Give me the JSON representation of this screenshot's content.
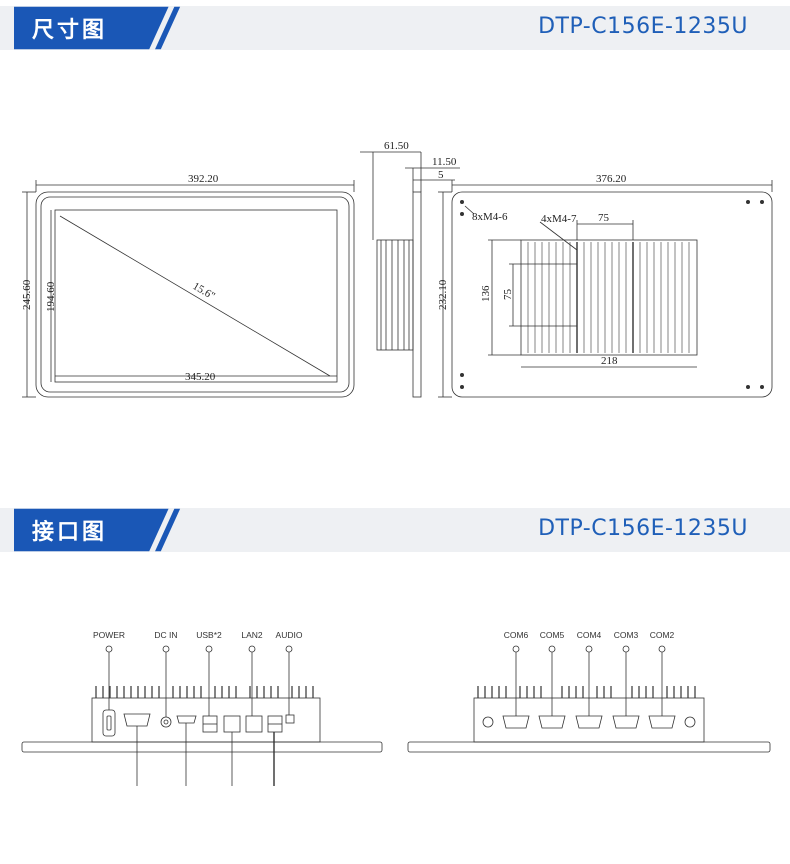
{
  "sections": [
    {
      "title": "尺寸图",
      "model": "DTP-C156E-1235U"
    },
    {
      "title": "接口图",
      "model": "DTP-C156E-1235U"
    }
  ],
  "colors": {
    "accent": "#1a57b6",
    "band_bg": "#eef0f3",
    "line": "#333333"
  },
  "front": {
    "outer_width": "392.20",
    "outer_height": "245.60",
    "screen_width": "345.20",
    "screen_height": "194.60",
    "diagonal": "15.6\""
  },
  "side": {
    "depth": "61.50",
    "offset": "11.50",
    "bezel": "5"
  },
  "back": {
    "outer_width": "376.20",
    "outer_height": "232.10",
    "holes": "8xM4-6",
    "vesa_holes": "4xM4-7",
    "vesa_h": "75",
    "vesa_v": "75",
    "box_height": "136",
    "box_width": "218"
  },
  "ports_left": [
    "POWER",
    "DC IN",
    "USB*2",
    "LAN2",
    "AUDIO"
  ],
  "ports_right": [
    "COM6",
    "COM5",
    "COM4",
    "COM3",
    "COM2"
  ]
}
